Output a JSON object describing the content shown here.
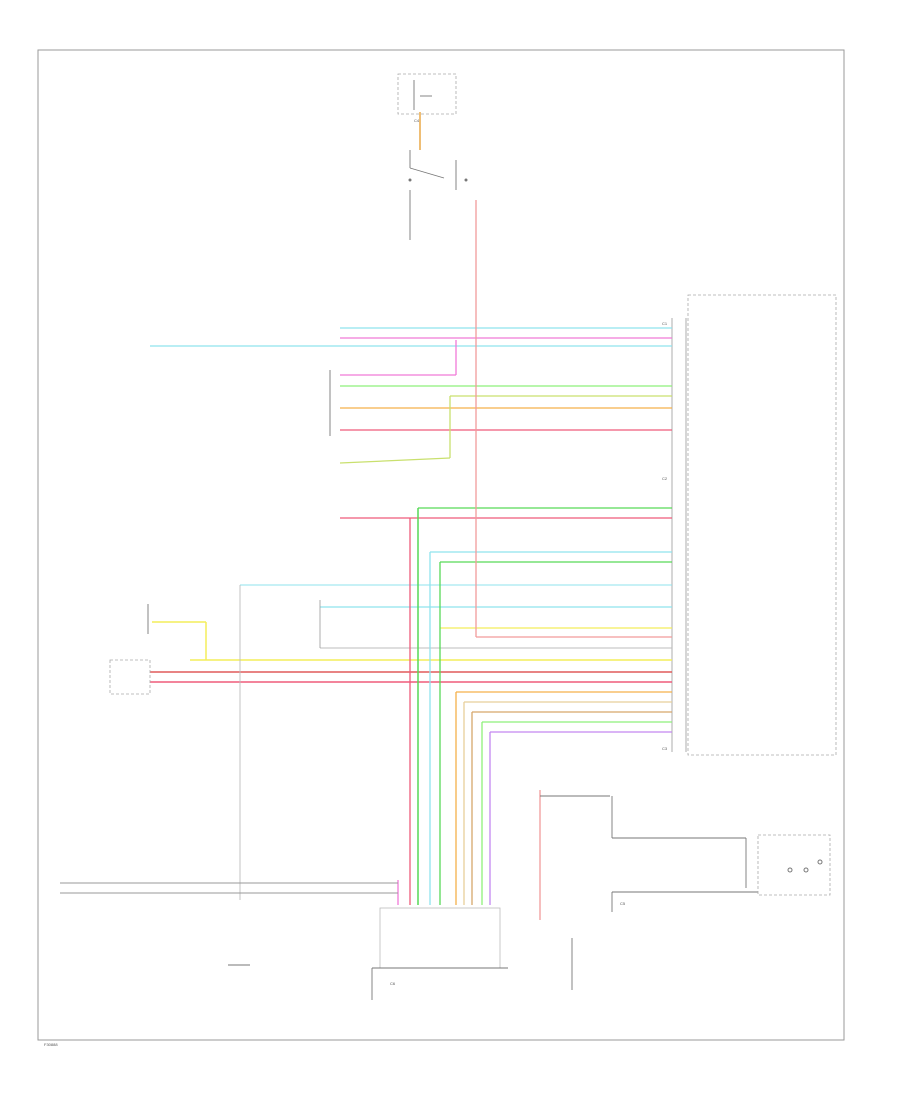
{
  "figure_id": "F30888",
  "colors": {
    "lt_blu_wht": "#8fe3ee",
    "pnk": "#f07ad8",
    "lt_grn": "#8ef07a",
    "brn_lt_grn": "#c9e06e",
    "org": "#f5b04a",
    "pnk_red": "#ef5b7a",
    "red": "#f29b9b",
    "grn": "#57d957",
    "wht_blk": "#bdbdbd",
    "yel": "#f4ee5a",
    "tan": "#e8cf9a",
    "brn": "#d6a76b",
    "dk_red": "#e05a5a",
    "violet": "#c487f0",
    "blk": "#555555"
  },
  "connectors": {
    "c1": "C1",
    "c2": "C2",
    "c3": "C3",
    "c4": "C4",
    "c5": "C5",
    "c6": "C6"
  }
}
